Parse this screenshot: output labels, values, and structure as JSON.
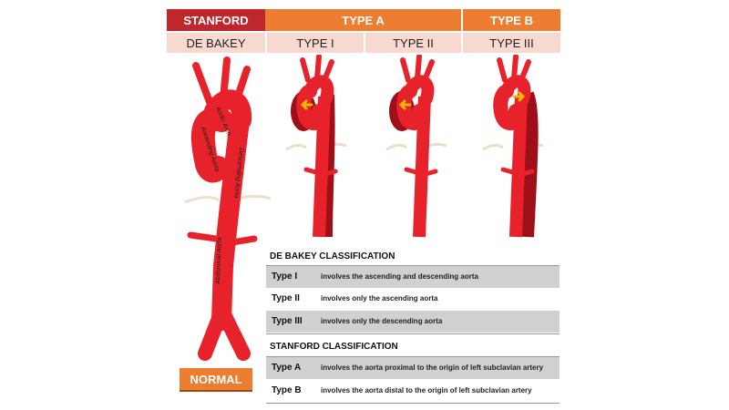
{
  "header": {
    "stanford": "STANFORD",
    "type_a": "TYPE A",
    "type_b": "TYPE B",
    "debakey": "DE BAKEY",
    "type_1": "TYPE I",
    "type_2": "TYPE II",
    "type_3": "TYPE III"
  },
  "normal_aorta": {
    "labels": {
      "ascending": "Ascending Aorta",
      "arch": "Aortic Arch",
      "descending": "Descending Aorta",
      "abdominal": "Abdominal Aorta"
    },
    "badge": "NORMAL"
  },
  "debakey_section": {
    "title": "DE BAKEY CLASSIFICATION",
    "rows": [
      {
        "type": "Type I",
        "desc": "involves the ascending and descending aorta"
      },
      {
        "type": "Type II",
        "desc": "involves only the ascending aorta"
      },
      {
        "type": "Type III",
        "desc": "involves only the descending aorta"
      }
    ]
  },
  "stanford_section": {
    "title": "STANFORD CLASSIFICATION",
    "rows": [
      {
        "type": "Type A",
        "desc": "involves the aorta proximal to the origin of left subclavian artery"
      },
      {
        "type": "Type B",
        "desc": "involves the aorta distal to the origin of left subclavian artery"
      }
    ]
  },
  "colors": {
    "aorta": "#e8222a",
    "dissection": "#9e0f18",
    "arrow": "#f5b800",
    "header_dark": "#c0272d",
    "header_orange": "#ed7d31",
    "header_light": "#f8d9cf",
    "row_shade": "#d0d0d0"
  },
  "icons": [
    "aorta-normal-illustration",
    "aorta-dissection-illustration",
    "arrow-icon"
  ]
}
